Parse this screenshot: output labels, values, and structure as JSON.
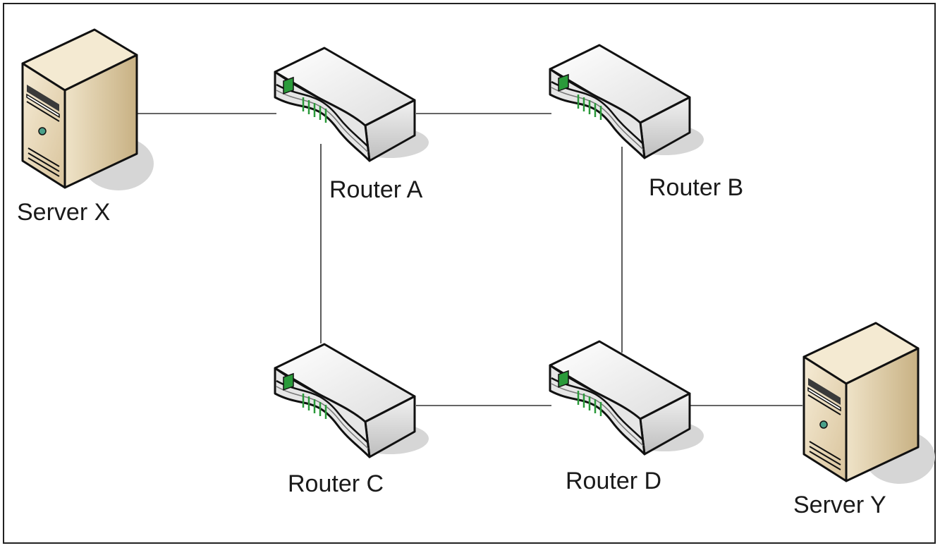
{
  "diagram": {
    "nodes": {
      "server_x": {
        "label": "Server X",
        "kind": "server"
      },
      "router_a": {
        "label": "Router A",
        "kind": "router"
      },
      "router_b": {
        "label": "Router B",
        "kind": "router"
      },
      "router_c": {
        "label": "Router C",
        "kind": "router"
      },
      "router_d": {
        "label": "Router D",
        "kind": "router"
      },
      "server_y": {
        "label": "Server Y",
        "kind": "server"
      }
    },
    "links": [
      [
        "server_x",
        "router_a"
      ],
      [
        "router_a",
        "router_b"
      ],
      [
        "router_a",
        "router_c"
      ],
      [
        "router_b",
        "router_d"
      ],
      [
        "router_c",
        "router_d"
      ],
      [
        "router_d",
        "server_y"
      ]
    ],
    "colors": {
      "server_body": "#e8d9b8",
      "server_side": "#c9b48a",
      "router_body": "#ececec",
      "router_led": "#2a9a3a",
      "link": "#333333",
      "shadow": "#d6d6d6"
    }
  }
}
